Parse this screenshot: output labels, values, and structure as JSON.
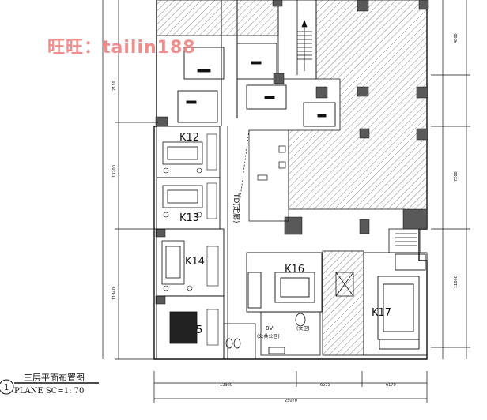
{
  "watermark": "旺旺：tailin188",
  "rooms": {
    "k12": "K12",
    "k13": "K13",
    "k14": "K14",
    "k15": "5",
    "k16": "K16",
    "k17": "K17"
  },
  "corridor_label": "TD(走廊)",
  "wc_labels": {
    "left": "8V",
    "left_sub": "(公共公区)",
    "right": "(女卫)"
  },
  "caption": {
    "title": "三层平面布置图",
    "scale_line": "PLANE    SC=1: 70",
    "index": "1"
  },
  "dims_right": [
    "4800",
    "7200",
    "11000"
  ],
  "dims_left": [
    "2110",
    "13200",
    "11940"
  ],
  "dims_bottom": [
    "13980",
    "6555",
    "6170"
  ],
  "dims_total": "25070",
  "colors": {
    "line": "#111111",
    "hatch": "#555555",
    "column": "#595959",
    "watermark": "#f07a7a"
  }
}
